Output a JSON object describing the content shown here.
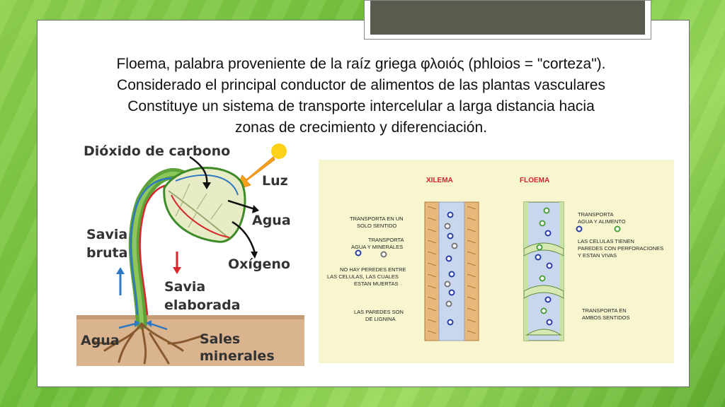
{
  "slide": {
    "lines": [
      "Floema, palabra proveniente de la raíz griega φλοιός (phloios = \"corteza\").",
      "Considerado el principal conductor de alimentos de las plantas vasculares",
      "Constituye un sistema de transporte intercelular a larga distancia hacia",
      "zonas de crecimiento y diferenciación."
    ]
  },
  "plant_figure": {
    "co2": "Dióxido de carbono",
    "luz": "Luz",
    "agua_leaf": "Agua",
    "oxigeno": "Oxígeno",
    "savia_bruta_1": "Savia",
    "savia_bruta_2": "bruta",
    "savia_elab_1": "Savia",
    "savia_elab_2": "elaborada",
    "agua_root": "Agua",
    "sales_1": "Sales",
    "sales_2": "minerales"
  },
  "vessel_figure": {
    "xilema": "XILEMA",
    "floema": "FLOEMA",
    "x1a": "TRANSPORTA EN UN",
    "x1b": "SOLO SENTIDO",
    "x2a": "TRANSPORTA",
    "x2b": "AGUA Y MINERALES",
    "x3a": "NO HAY PEREDES ENTRE",
    "x3b": "LAS CELULAS, LAS CUALES",
    "x3c": "ESTAN MUERTAS",
    "x4a": "LAS PAREDES SON",
    "x4b": "DE LIGNINA",
    "f1a": "TRANSPORTA",
    "f1b": "AGUA Y ALIMENTO",
    "f2a": "LAS CELULAS TIENEN",
    "f2b": "PAREDES CON PERFORACIONES",
    "f2c": "Y ESTAN VIVAS",
    "f3a": "TRANSPORTA EN",
    "f3b": "AMBOS SENTIDOS"
  },
  "colors": {
    "background": "#7cc443",
    "xylem_wood": "#e8b77a",
    "phloem_green": "#c9e3a6",
    "vessel_blue": "#c8d7ee",
    "heading_red": "#d61f2c"
  }
}
